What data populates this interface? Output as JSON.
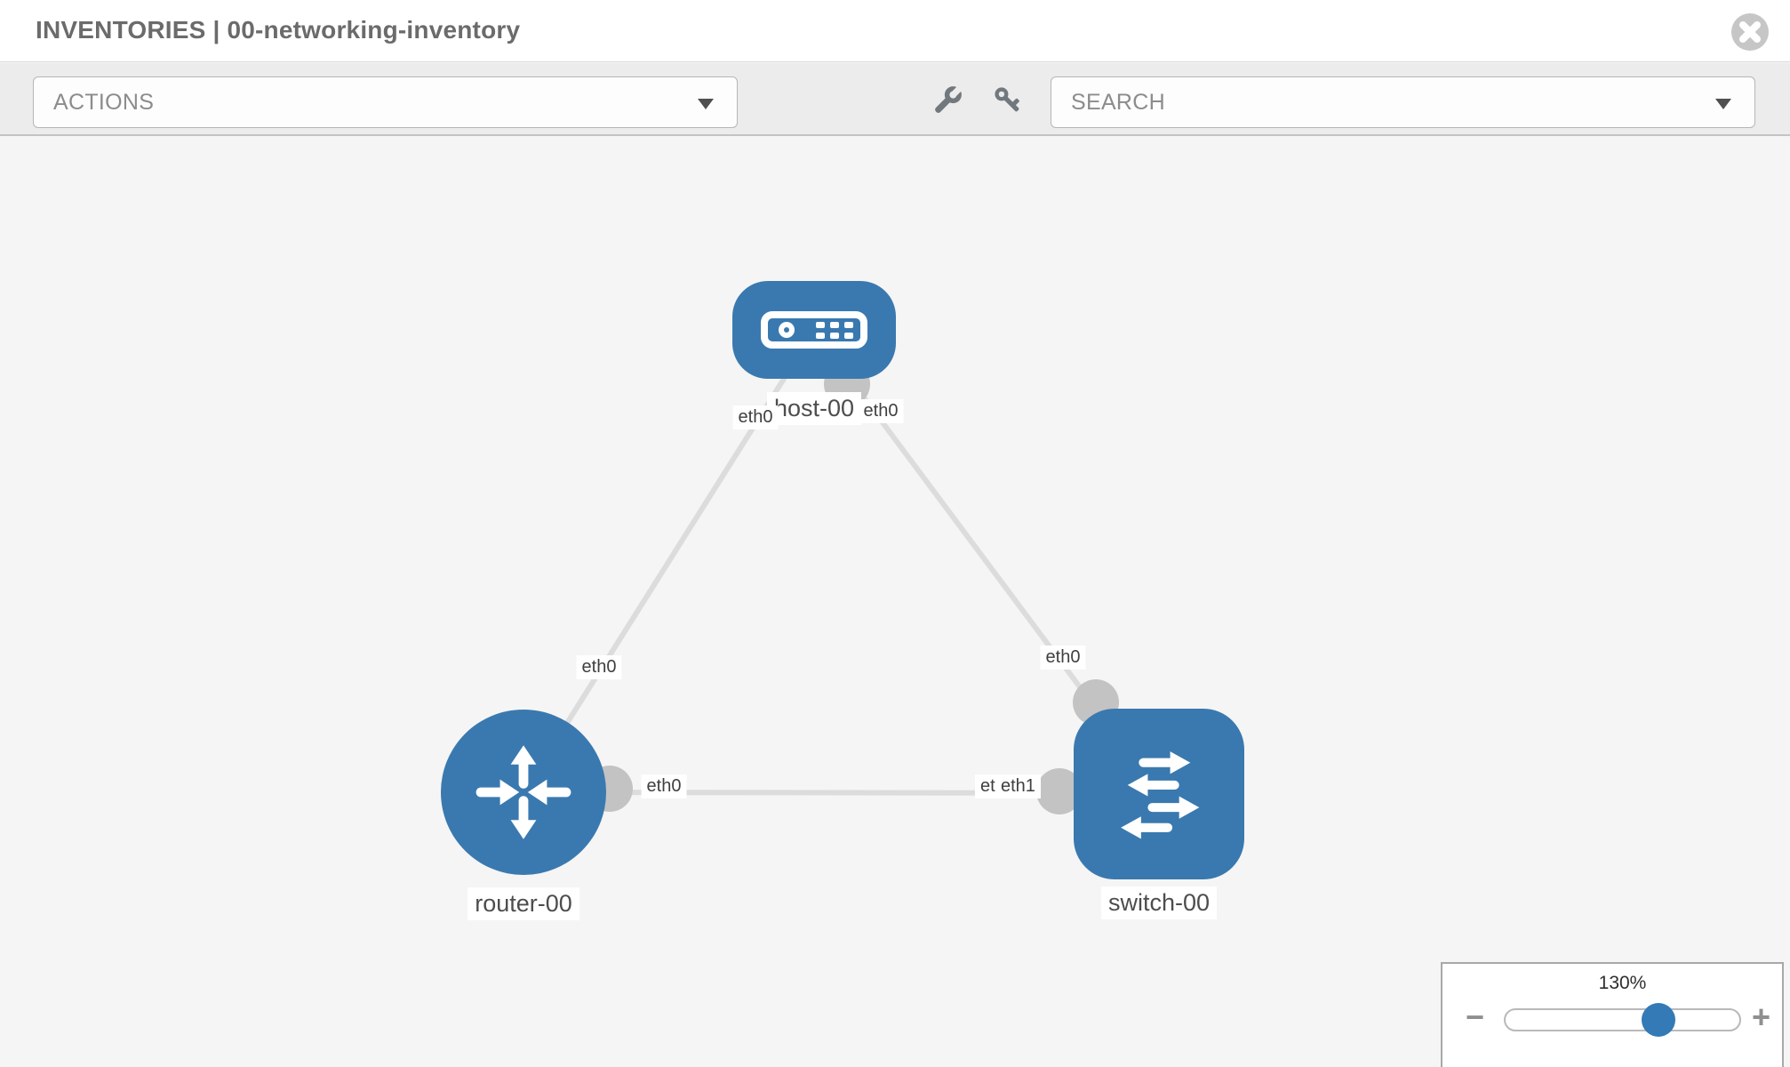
{
  "header": {
    "title": "INVENTORIES | 00-networking-inventory"
  },
  "toolbar": {
    "actions_label": "ACTIONS",
    "search_label": "SEARCH",
    "icons": [
      "wrench-icon",
      "key-icon"
    ]
  },
  "topology": {
    "nodes": [
      {
        "label": "host-00",
        "type": "host"
      },
      {
        "label": "router-00",
        "type": "router"
      },
      {
        "label": "switch-00",
        "type": "switch"
      }
    ],
    "edges": [
      {
        "from": "host-00",
        "from_if": "eth0",
        "to": "router-00",
        "to_if": "eth0"
      },
      {
        "from": "host-00",
        "from_if": "eth0",
        "to": "switch-00",
        "to_if": "eth0"
      },
      {
        "from": "router-00",
        "from_if": "eth0",
        "to": "switch-00",
        "to_if": "eth1"
      }
    ],
    "overlapped_port_label": "eth1"
  },
  "zoom_control": {
    "level": "130%",
    "zoom_out_glyph": "−",
    "zoom_in_glyph": "+"
  },
  "colors": {
    "node_blue": "#3a79af",
    "endpoint_gray": "#c3c3c3",
    "edge_gray": "#dcdcdc",
    "thumb_blue": "#337ab7",
    "toolbar_gray": "#ececec"
  }
}
